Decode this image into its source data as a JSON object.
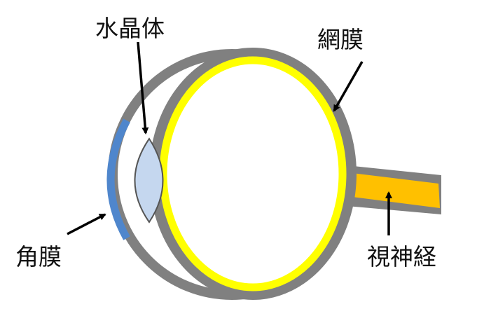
{
  "labels": {
    "lens": "水晶体",
    "retina": "網膜",
    "cornea": "角膜",
    "optic_nerve": "視神経"
  },
  "colors": {
    "sclera": "#808080",
    "retina": "#ffff00",
    "cornea": "#4f86cc",
    "lens_fill": "#c5d7ef",
    "lens_stroke": "#555555",
    "optic_nerve": "#ffc000",
    "arrow": "#000000",
    "background": "#ffffff"
  }
}
